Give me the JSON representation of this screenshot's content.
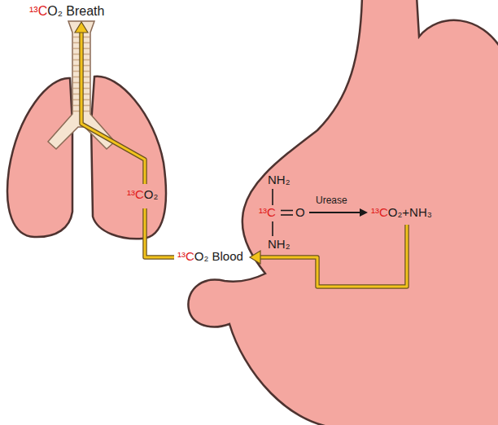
{
  "diagram": {
    "labels": [
      "¹³C",
      "O₂ Breath",
      "¹³C",
      "O₂",
      "¹³C",
      "O₂ Blood",
      "NH₂",
      "¹³C",
      "O",
      "Urease",
      "¹³C",
      "O₂+NH₃",
      "NH₂"
    ]
  }
}
